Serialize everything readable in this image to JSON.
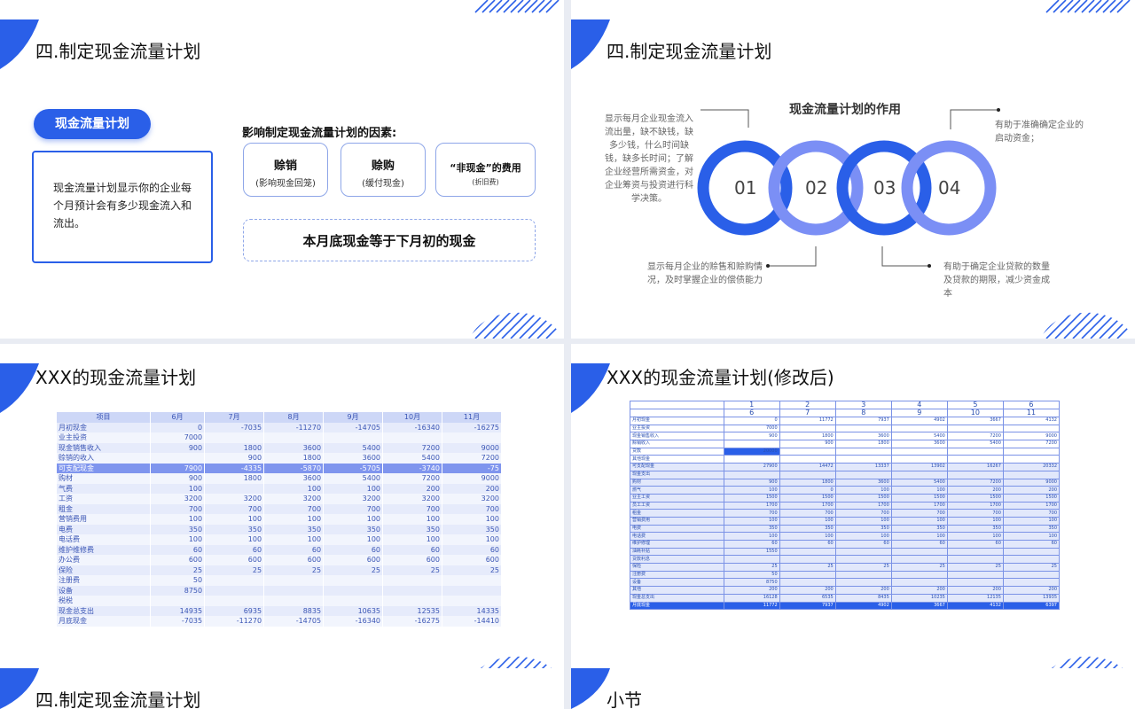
{
  "slides": [
    {
      "title": "四.制定现金流量计划",
      "pill_label": "现金流量计划",
      "description": "现金流量计划显示你的企业每个月预计会有多少现金流入和流出。",
      "factors_title": "影响制定现金流量计划的因素:",
      "factors": [
        {
          "title": "赊销",
          "subtitle": "(影响现金回笼)"
        },
        {
          "title": "赊购",
          "subtitle": "(缓付现金)"
        },
        {
          "title": "“非现金”的费用",
          "subtitle": "(折旧费)"
        }
      ],
      "conclusion": "本月底现金等于下月初的现金"
    },
    {
      "title": "四.制定现金流量计划",
      "role_title": "现金流量计划的作用",
      "circles": [
        "01",
        "02",
        "03",
        "04"
      ],
      "annotations": [
        "显示每月企业现金流入流出量，缺不缺钱，缺多少钱，什么时间缺钱，缺多长时间；了解企业经营所需资金，对企业筹资与投资进行科学决策。",
        "显示每月企业的赊售和赊购情况，及时掌握企业的偿债能力",
        "有助于准确确定企业的启动资金；",
        "有助于确定企业贷款的数量及贷款的期限，减少资金成本"
      ]
    },
    {
      "title": "XXX的现金流量计划",
      "table": {
        "headers": [
          "项目",
          "6月",
          "7月",
          "8月",
          "9月",
          "10月",
          "11月"
        ],
        "highlight_row": 4,
        "rows": [
          [
            "月初现金",
            "0",
            "-7035",
            "-11270",
            "-14705",
            "-16340",
            "-16275"
          ],
          [
            "业主投资",
            "7000",
            "",
            "",
            "",
            "",
            ""
          ],
          [
            "现金销售收入",
            "900",
            "1800",
            "3600",
            "5400",
            "7200",
            "9000"
          ],
          [
            "赊销的收入",
            "",
            "900",
            "1800",
            "3600",
            "5400",
            "7200"
          ],
          [
            "可支配现金",
            "7900",
            "-4335",
            "-5870",
            "-5705",
            "-3740",
            "-75"
          ],
          [
            "购材",
            "900",
            "1800",
            "3600",
            "5400",
            "7200",
            "9000"
          ],
          [
            "气费",
            "100",
            "",
            "100",
            "100",
            "200",
            "200"
          ],
          [
            "工资",
            "3200",
            "3200",
            "3200",
            "3200",
            "3200",
            "3200"
          ],
          [
            "租金",
            "700",
            "700",
            "700",
            "700",
            "700",
            "700"
          ],
          [
            "营销费用",
            "100",
            "100",
            "100",
            "100",
            "100",
            "100"
          ],
          [
            "电费",
            "350",
            "350",
            "350",
            "350",
            "350",
            "350"
          ],
          [
            "电话费",
            "100",
            "100",
            "100",
            "100",
            "100",
            "100"
          ],
          [
            "维护维修费",
            "60",
            "60",
            "60",
            "60",
            "60",
            "60"
          ],
          [
            "办公费",
            "600",
            "600",
            "600",
            "600",
            "600",
            "600"
          ],
          [
            "保险",
            "25",
            "25",
            "25",
            "25",
            "25",
            "25"
          ],
          [
            "注册费",
            "50",
            "",
            "",
            "",
            "",
            ""
          ],
          [
            "设备",
            "8750",
            "",
            "",
            "",
            "",
            ""
          ],
          [
            "税税",
            "",
            "",
            "",
            "",
            "",
            ""
          ],
          [
            "现金总支出",
            "14935",
            "6935",
            "8835",
            "10635",
            "12535",
            "14335"
          ],
          [
            "月底现金",
            "-7035",
            "-11270",
            "-14705",
            "-16340",
            "-16275",
            "-14410"
          ]
        ]
      }
    },
    {
      "title": "XXX的现金流量计划(修改后)",
      "table": {
        "header_row1": [
          "",
          "1",
          "2",
          "3",
          "4",
          "5",
          "6"
        ],
        "header_row2": [
          "",
          "6",
          "7",
          "8",
          "9",
          "10",
          "11"
        ],
        "rows": [
          [
            "月初现金",
            "0",
            "11772",
            "7937",
            "4902",
            "3667",
            "4132"
          ],
          [
            "业主投资",
            "7000",
            "",
            "",
            "",
            "",
            ""
          ],
          [
            "现金销售收入",
            "900",
            "1800",
            "3600",
            "5400",
            "7200",
            "9000"
          ],
          [
            "赊销收入",
            "",
            "900",
            "1800",
            "3600",
            "5400",
            "7200"
          ],
          [
            "贷款",
            "20000",
            "",
            "",
            "",
            "",
            ""
          ],
          [
            "其他现金",
            "",
            "",
            "",
            "",
            "",
            ""
          ],
          [
            "可支配现金",
            "27900",
            "14472",
            "13337",
            "13902",
            "16267",
            "20332"
          ],
          [
            "现金支出",
            "",
            "",
            "",
            "",
            "",
            ""
          ],
          [
            "购材",
            "900",
            "1800",
            "3600",
            "5400",
            "7200",
            "9000"
          ],
          [
            "燃气",
            "100",
            "0",
            "100",
            "100",
            "200",
            "200"
          ],
          [
            "业主工资",
            "1500",
            "1500",
            "1500",
            "1500",
            "1500",
            "1500"
          ],
          [
            "员工工资",
            "1700",
            "1700",
            "1700",
            "1700",
            "1700",
            "1700"
          ],
          [
            "租金",
            "700",
            "700",
            "700",
            "700",
            "700",
            "700"
          ],
          [
            "营销费用",
            "100",
            "100",
            "100",
            "100",
            "100",
            "100"
          ],
          [
            "电费",
            "350",
            "350",
            "350",
            "350",
            "350",
            "350"
          ],
          [
            "电话费",
            "100",
            "100",
            "100",
            "100",
            "100",
            "100"
          ],
          [
            "维护修理",
            "60",
            "60",
            "60",
            "60",
            "60",
            "60"
          ],
          [
            "油耗补贴",
            "1550",
            "",
            "",
            "",
            "",
            ""
          ],
          [
            "贷款利息",
            "",
            "",
            "",
            "",
            "",
            ""
          ],
          [
            "保险",
            "25",
            "25",
            "25",
            "25",
            "25",
            "25"
          ],
          [
            "注册费",
            "50",
            "",
            "",
            "",
            "",
            ""
          ],
          [
            "设备",
            "8750",
            "",
            "",
            "",
            "",
            ""
          ],
          [
            "其他",
            "200",
            "200",
            "200",
            "200",
            "200",
            "200"
          ],
          [
            "现金总支出",
            "16128",
            "6535",
            "8435",
            "10235",
            "12135",
            "13935"
          ],
          [
            "月底现金",
            "11772",
            "7937",
            "4902",
            "3667",
            "4132",
            "6397"
          ]
        ]
      }
    },
    {
      "title": "四.制定现金流量计划"
    },
    {
      "title": "小节"
    }
  ],
  "colors": {
    "accent": "#2a5fe8",
    "ring_light": "#7b8ff5",
    "ring_dark": "#2a5fe8"
  }
}
